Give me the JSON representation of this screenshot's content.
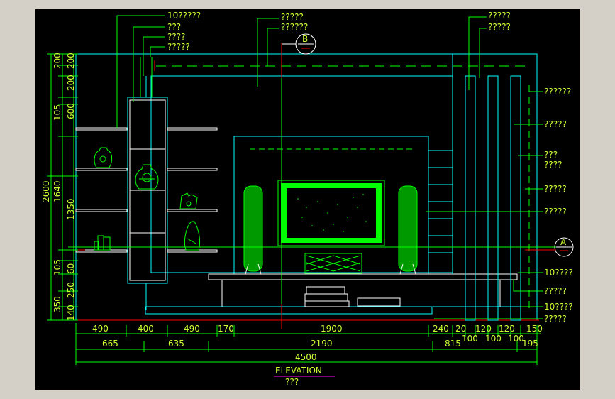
{
  "colors": {
    "background": "#000000",
    "frame": "#d4d0c8",
    "outline": "#00ffff",
    "green": "#00ff00",
    "text": "#ccff33",
    "red": "#ff0000",
    "magenta": "#ff00ff",
    "white": "#ffffff"
  },
  "leaders": {
    "l1": "10?????",
    "l2": "???",
    "l3": "????",
    "l4": "?????",
    "c1": "?????",
    "c2": "??????",
    "tr1": "?????",
    "tr2": "?????",
    "r1": "??????",
    "r2": "?????",
    "r3a": "???",
    "r3b": "????",
    "r4": "?????",
    "r5": "?????",
    "r6": "10????",
    "r7": "?????",
    "r8": "10????",
    "r9": "?????"
  },
  "section_marker": {
    "letter": "B",
    "letter2": "A"
  },
  "dims_left": [
    "200",
    "200",
    "200",
    "105",
    "600",
    "2600",
    "1640",
    "1350",
    "105",
    "60",
    "350",
    "250",
    "140"
  ],
  "dims_bottom_row1": [
    "490",
    "400",
    "490",
    "170",
    "1900",
    "240",
    "20",
    "120",
    "120",
    "150"
  ],
  "dims_bottom_row1b": [
    "100",
    "100",
    "100"
  ],
  "dims_bottom_row2": [
    "665",
    "635",
    "2190",
    "815",
    "195"
  ],
  "dims_total": "4500",
  "title": "ELEVATION",
  "subtitle": "???"
}
